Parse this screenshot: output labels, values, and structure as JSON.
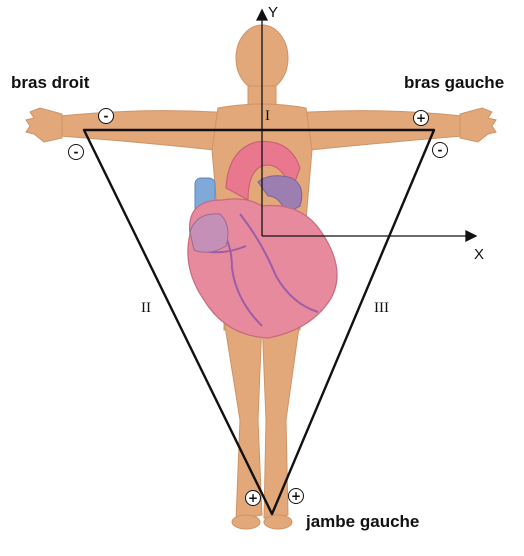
{
  "labels": {
    "right_arm": "bras droit",
    "left_arm": "bras gauche",
    "left_leg": "jambe gauche"
  },
  "axes": {
    "x": "X",
    "y": "Y"
  },
  "leads": {
    "one": "I",
    "two": "II",
    "three": "III"
  },
  "polarity": {
    "right_arm_top": "-",
    "right_arm_bottom": "-",
    "left_arm_top": "+",
    "left_arm_bottom": "-",
    "left_leg_left": "+",
    "left_leg_right": "+"
  },
  "colors": {
    "skin": "#E2A87A",
    "heart": "#E88A9E",
    "vessel_blue": "#7FA9D8",
    "line": "#111111"
  }
}
